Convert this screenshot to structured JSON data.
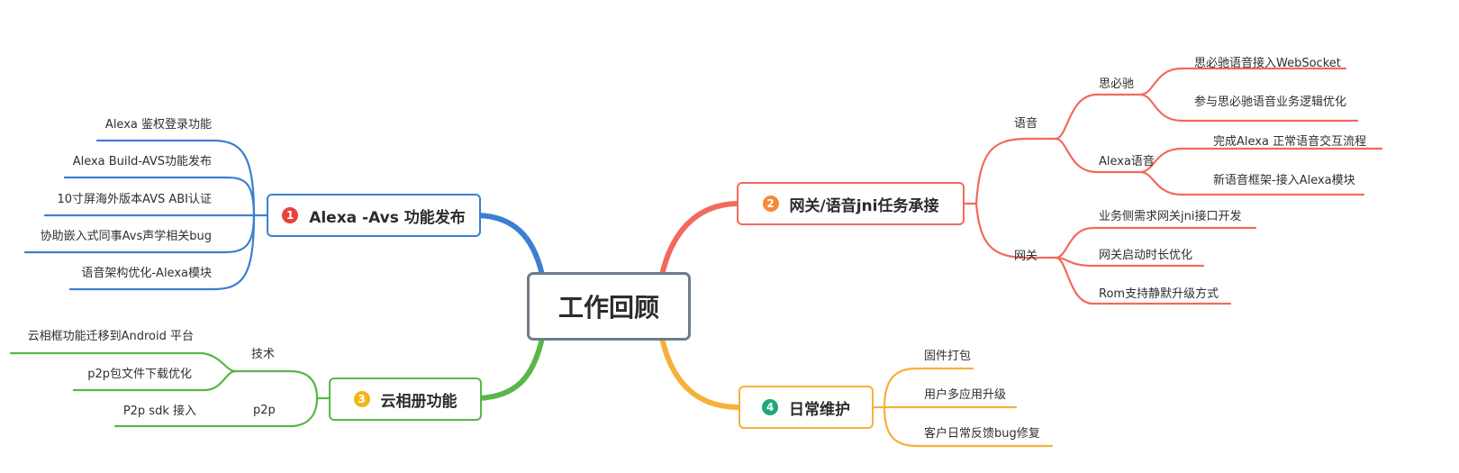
{
  "root": {
    "label": "工作回顾"
  },
  "colors": {
    "blue": "#3c7fd0",
    "red": "#f26a5c",
    "green": "#57b847",
    "orange": "#f6b13b",
    "root_border": "#6f7b89"
  },
  "branches": {
    "alexa": {
      "badge": "1",
      "label": "Alexa -Avs 功能发布",
      "items": [
        "Alexa 鉴权登录功能",
        "Alexa Build-AVS功能发布",
        "10寸屏海外版本AVS ABI认证",
        "协助嵌入式同事Avs声学相关bug",
        "语音架构优化-Alexa模块"
      ]
    },
    "cloud": {
      "badge": "3",
      "label": "云相册功能",
      "tech": {
        "label": "技术",
        "items": [
          "云相框功能迁移到Android 平台",
          "p2p包文件下载优化"
        ]
      },
      "p2p": {
        "label": "p2p",
        "items": [
          "P2p sdk 接入"
        ]
      }
    },
    "gateway": {
      "badge": "2",
      "label": "网关/语音jni任务承接",
      "voice": {
        "label": "语音",
        "sibichi": {
          "label": "思必驰",
          "items": [
            "思必驰语音接入WebSocket",
            "参与思必驰语音业务逻辑优化"
          ]
        },
        "alexa_voice": {
          "label": "Alexa语音",
          "items": [
            "完成Alexa 正常语音交互流程",
            "新语音框架-接入Alexa模块"
          ]
        }
      },
      "gw": {
        "label": "网关",
        "items": [
          "业务侧需求网关jni接口开发",
          "网关启动时长优化",
          "Rom支持静默升级方式"
        ]
      }
    },
    "daily": {
      "badge": "4",
      "label": "日常维护",
      "items": [
        "固件打包",
        "用户多应用升级",
        "客户日常反馈bug修复"
      ]
    }
  }
}
